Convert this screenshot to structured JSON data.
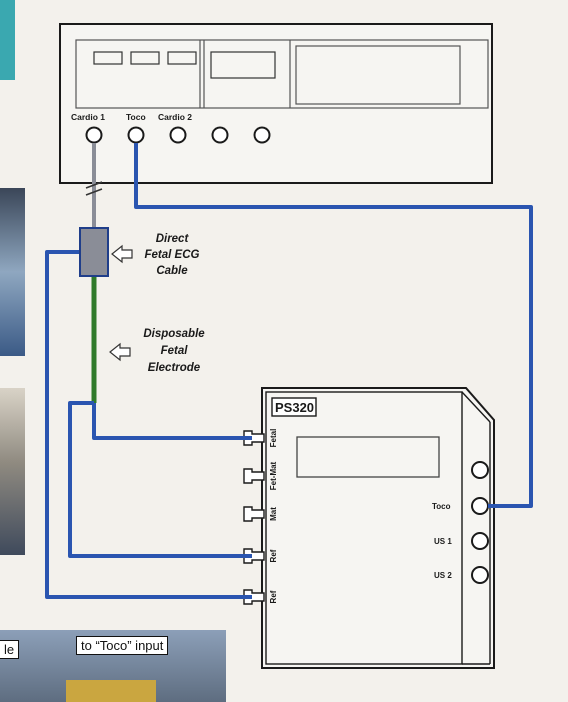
{
  "monitor": {
    "ports": [
      "Cardio 1",
      "Toco",
      "Cardio 2"
    ]
  },
  "cable_callout": {
    "lines": [
      "Direct",
      "Fetal ECG",
      "Cable"
    ]
  },
  "electrode_callout": {
    "lines": [
      "Disposable",
      "Fetal",
      "Electrode"
    ]
  },
  "simulator": {
    "title": "PS320",
    "left_ports": [
      "Fetal",
      "Fet-Mat",
      "Mat",
      "Ref",
      "Ref"
    ],
    "right_ports": [
      "Toco",
      "US 1",
      "US 2"
    ]
  },
  "photo_captions": {
    "left_fragment": "le",
    "right": "to “Toco” input"
  },
  "colors": {
    "background": "#f3f1ec",
    "cable_blue": "#2a55b0",
    "electrode_green": "#2f7a2a",
    "connector_gray": "#8a8d97",
    "teal_corner": "#3aa8b0"
  }
}
